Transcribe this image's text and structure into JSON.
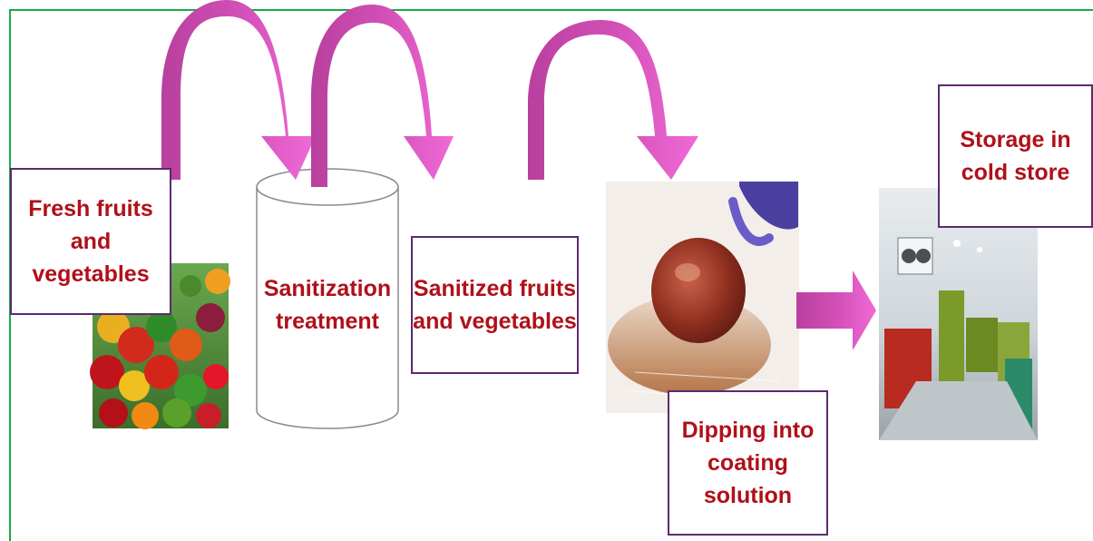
{
  "diagram": {
    "steps": [
      {
        "id": "fresh",
        "label": "Fresh fruits\nand\nvegetables"
      },
      {
        "id": "sanitization",
        "label": "Sanitization\ntreatment"
      },
      {
        "id": "sanitized",
        "label": "Sanitized fruits\nand vegetables"
      },
      {
        "id": "dipping",
        "label": "Dipping into\ncoating\nsolution"
      },
      {
        "id": "storage",
        "label": "Storage in\ncold store"
      }
    ],
    "colors": {
      "text": "#b0101a",
      "box_border": "#5b2a6e",
      "arrow": "#e25fc8",
      "frame": "#1aa84a"
    },
    "images": [
      {
        "name": "fruits-vegetables-photo"
      },
      {
        "name": "coated-fruit-photo"
      },
      {
        "name": "cold-store-photo"
      }
    ]
  }
}
